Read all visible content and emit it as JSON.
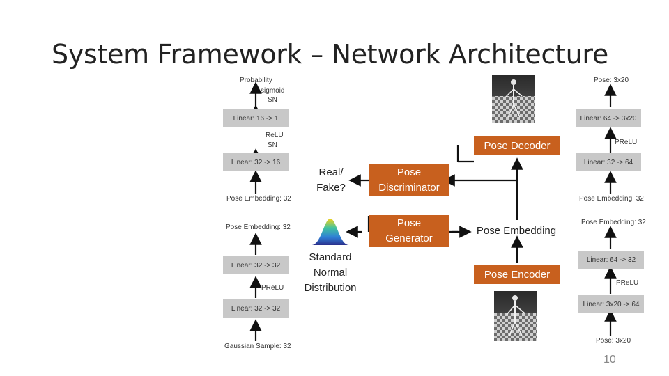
{
  "slide": {
    "title": "System Framework – Network Architecture",
    "page_number": "10"
  },
  "discriminator_stack": {
    "probability": "Probability",
    "sigmoid": "sigmoid",
    "sn_top": "SN",
    "linear_16_1": "Linear: 16 -> 1",
    "relu": "ReLU",
    "sn_bottom": "SN",
    "linear_32_16": "Linear: 32 -> 16",
    "pose_embedding": "Pose Embedding: 32"
  },
  "generator_stack": {
    "pose_embedding": "Pose Embedding: 32",
    "linear_a": "Linear: 32 -> 32",
    "prelu": "PReLU",
    "linear_b": "Linear: 32 -> 32",
    "gaussian": "Gaussian Sample: 32"
  },
  "decoder_stack": {
    "pose_out": "Pose: 3x20",
    "linear_64_60": "Linear: 64 -> 3x20",
    "prelu": "PReLU",
    "linear_32_64": "Linear: 32 -> 64",
    "pose_embedding": "Pose Embedding: 32"
  },
  "encoder_stack": {
    "pose_embedding": "Pose Embedding: 32",
    "linear_64_32": "Linear: 64 -> 32",
    "prelu": "PReLU",
    "linear_60_64": "Linear: 3x20 -> 64",
    "pose_in": "Pose: 3x20"
  },
  "center": {
    "real_fake": "Real/\nFake?",
    "pose_discriminator": "Pose\nDiscriminator",
    "pose_generator": "Pose\nGenerator",
    "standard_normal": "Standard\nNormal\nDistribution",
    "pose_decoder": "Pose Decoder",
    "pose_embedding": "Pose Embedding",
    "pose_encoder": "Pose Encoder"
  },
  "colors": {
    "accent_orange": "#c8601e",
    "layer_gray": "#c8c8c8"
  }
}
